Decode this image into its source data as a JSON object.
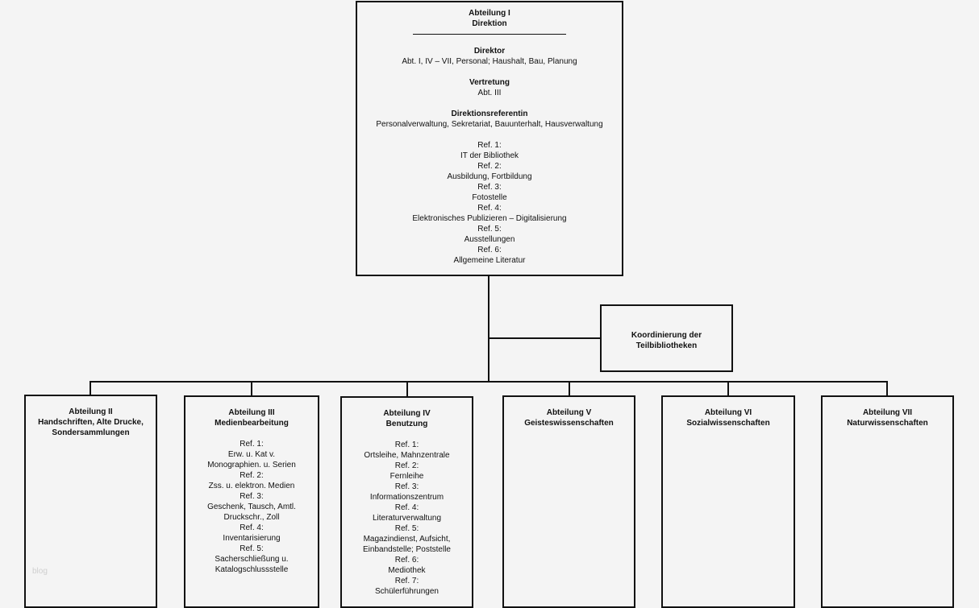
{
  "abteilung1": {
    "title": "Abteilung I",
    "subtitle": "Direktion",
    "direktor_label": "Direktor",
    "direktor_text": "Abt. I, IV – VII, Personal; Haushalt, Bau, Planung",
    "vertretung_label": "Vertretung",
    "vertretung_text": "Abt. III",
    "referentin_label": "Direktionsreferentin",
    "referentin_text": "Personalverwaltung, Sekretariat, Bauunterhalt, Hausverwaltung",
    "lines": [
      "Ref. 1:",
      "IT der Bibliothek",
      "Ref. 2:",
      "Ausbildung, Fortbildung",
      "Ref. 3:",
      "Fotostelle",
      "Ref. 4:",
      "Elektronisches Publizieren – Digitalisierung",
      "Ref. 5:",
      "Ausstellungen",
      "Ref. 6:",
      "Allgemeine Literatur"
    ]
  },
  "koordinierung": {
    "line1": "Koordinierung der",
    "line2": "Teilbibliotheken"
  },
  "abteilung2": {
    "title": "Abteilung II",
    "subtitle1": "Handschriften, Alte Drucke,",
    "subtitle2": "Sondersammlungen"
  },
  "abteilung3": {
    "title": "Abteilung III",
    "subtitle": "Medienbearbeitung",
    "lines": [
      "Ref. 1:",
      "Erw. u. Kat v.",
      "Monographien. u. Serien",
      "Ref. 2:",
      "Zss. u.  elektron. Medien",
      "Ref. 3:",
      "Geschenk, Tausch, Amtl.",
      "Druckschr., Zoll",
      "Ref. 4:",
      "Inventarisierung",
      "Ref. 5:",
      "Sacherschließung u.",
      "Katalogschlussstelle"
    ]
  },
  "abteilung4": {
    "title": "Abteilung IV",
    "subtitle": "Benutzung",
    "lines": [
      "Ref. 1:",
      "Ortsleihe, Mahnzentrale",
      "Ref. 2:",
      "Fernleihe",
      "Ref. 3:",
      "Informationszentrum",
      "Ref. 4:",
      "Literaturverwaltung",
      "Ref. 5:",
      "Magazindienst, Aufsicht,",
      "Einbandstelle; Poststelle",
      "Ref. 6:",
      "Mediothek",
      "Ref. 7:",
      "Schülerführungen"
    ]
  },
  "abteilung5": {
    "title": "Abteilung V",
    "subtitle": "Geisteswissenschaften"
  },
  "abteilung6": {
    "title": "Abteilung VI",
    "subtitle": "Sozialwissenschaften"
  },
  "abteilung7": {
    "title": "Abteilung VII",
    "subtitle": "Naturwissenschaften"
  },
  "watermark": "blog",
  "colors": {
    "background": "#f4f4f4",
    "lines": "#111111"
  }
}
